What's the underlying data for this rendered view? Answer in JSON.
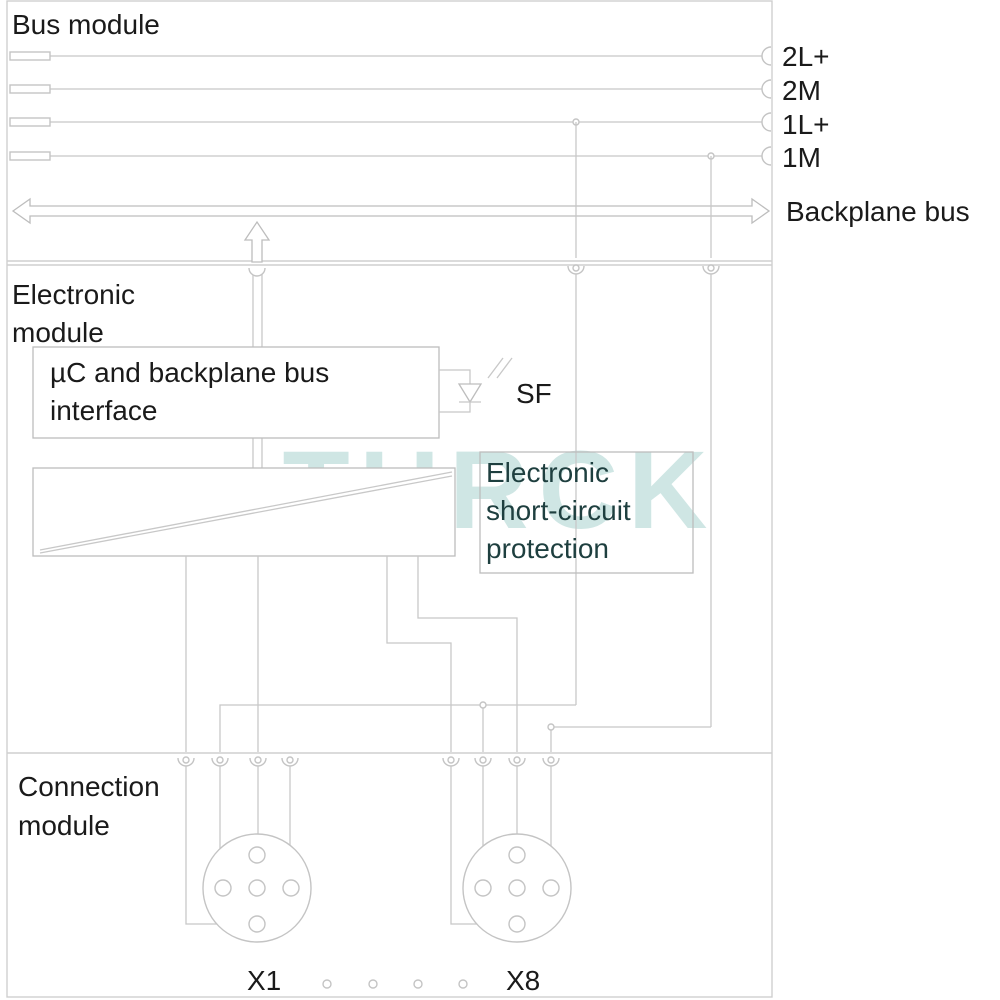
{
  "sections": {
    "bus_module": "Bus module",
    "electronic_module": [
      "Electronic",
      "module"
    ],
    "connection_module": [
      "Connection",
      "module"
    ]
  },
  "terminals": [
    "2L+",
    "2M",
    "1L+",
    "1M"
  ],
  "backplane_bus": "Backplane bus",
  "mc_box": [
    "µC and backplane bus",
    "interface"
  ],
  "sf_label": "SF",
  "protection_box": [
    "Electronic",
    "short-circuit",
    "protection"
  ],
  "connectors": {
    "first": "X1",
    "last": "X8"
  },
  "watermark": "TURCK",
  "colors": {
    "line": "#c8c8c8",
    "text": "#1a1a1a",
    "protection_text": "#1e3f3f",
    "watermark": "#a8d3cf"
  }
}
